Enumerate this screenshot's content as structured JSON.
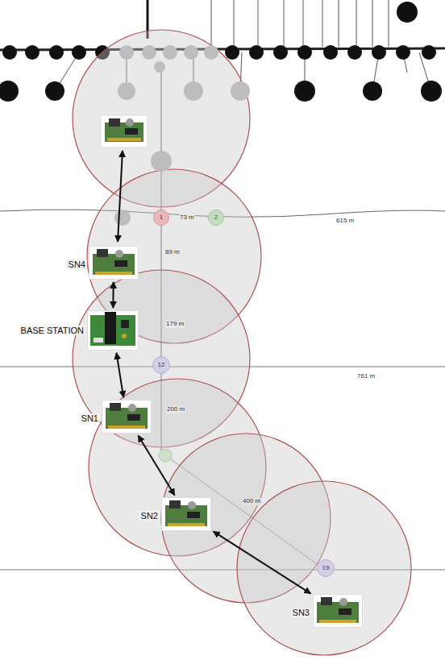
{
  "diagram": {
    "nodes": [
      {
        "text": [
          "1"
        ]
      },
      {
        "text": [
          "2"
        ]
      },
      {
        "text": [
          "SN4"
        ]
      },
      {
        "text": [
          "BASE STATION"
        ]
      },
      {
        "text": [
          "12"
        ]
      },
      {
        "text": [
          "SN1"
        ]
      },
      {
        "text": [
          "SN2"
        ]
      },
      {
        "text": [
          "19"
        ]
      },
      {
        "text": [
          "SN3"
        ]
      }
    ],
    "edges": [
      {
        "from": 2,
        "to": 3,
        "arrow": "both"
      },
      {
        "from": 3,
        "to": 5,
        "arrow": "both"
      },
      {
        "from": 5,
        "to": 6,
        "arrow": "both"
      },
      {
        "from": 6,
        "to": 8,
        "arrow": "both"
      }
    ],
    "labels": [
      "73 m",
      "615 m",
      "89 m",
      "179 m",
      "761 m",
      "200 m",
      "400 m"
    ]
  }
}
